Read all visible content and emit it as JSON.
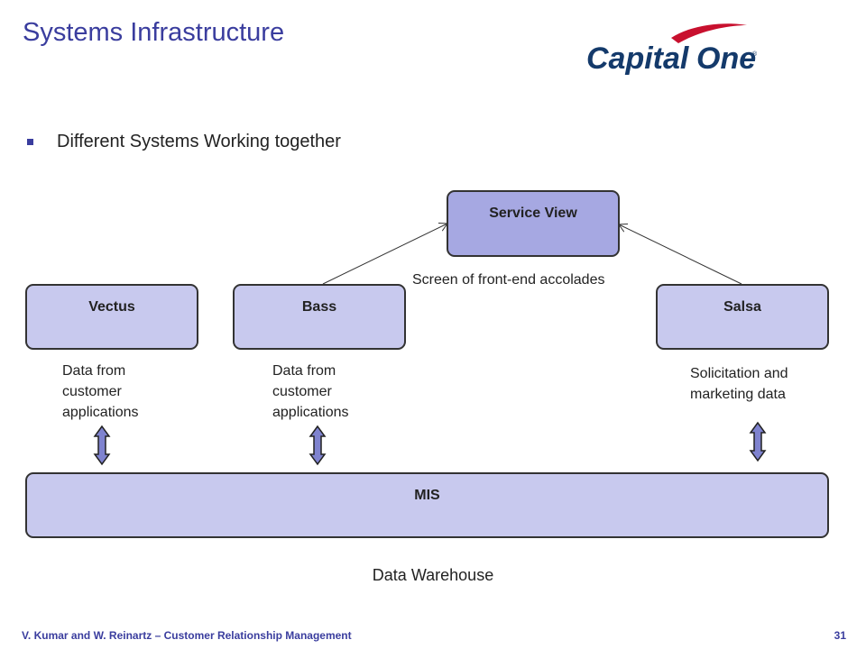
{
  "slide": {
    "title": "Systems Infrastructure",
    "bullet": "Different Systems Working together",
    "footer": "V. Kumar and W. Reinartz – Customer Relationship Management",
    "page_number": "31",
    "logo_text": "CapitalOne"
  },
  "diagram": {
    "nodes": {
      "service_view": "Service View",
      "vectus": "Vectus",
      "bass": "Bass",
      "salsa": "Salsa",
      "mis": "MIS"
    },
    "labels": {
      "front_end": "Screen of front-end accolades",
      "vectus_data": [
        "Data from",
        "customer",
        "applications"
      ],
      "bass_data": [
        "Data from",
        "customer",
        "applications"
      ],
      "salsa_data": [
        "Solicitation and",
        "marketing data"
      ],
      "warehouse": "Data Warehouse"
    }
  },
  "colors": {
    "title": "#3a3d9e",
    "box_fill": "#c8c9ee",
    "service_fill": "#a6a8e2",
    "arrow_fill": "#7f83cf",
    "logo_blue": "#143a6b",
    "logo_red": "#c8102e"
  }
}
